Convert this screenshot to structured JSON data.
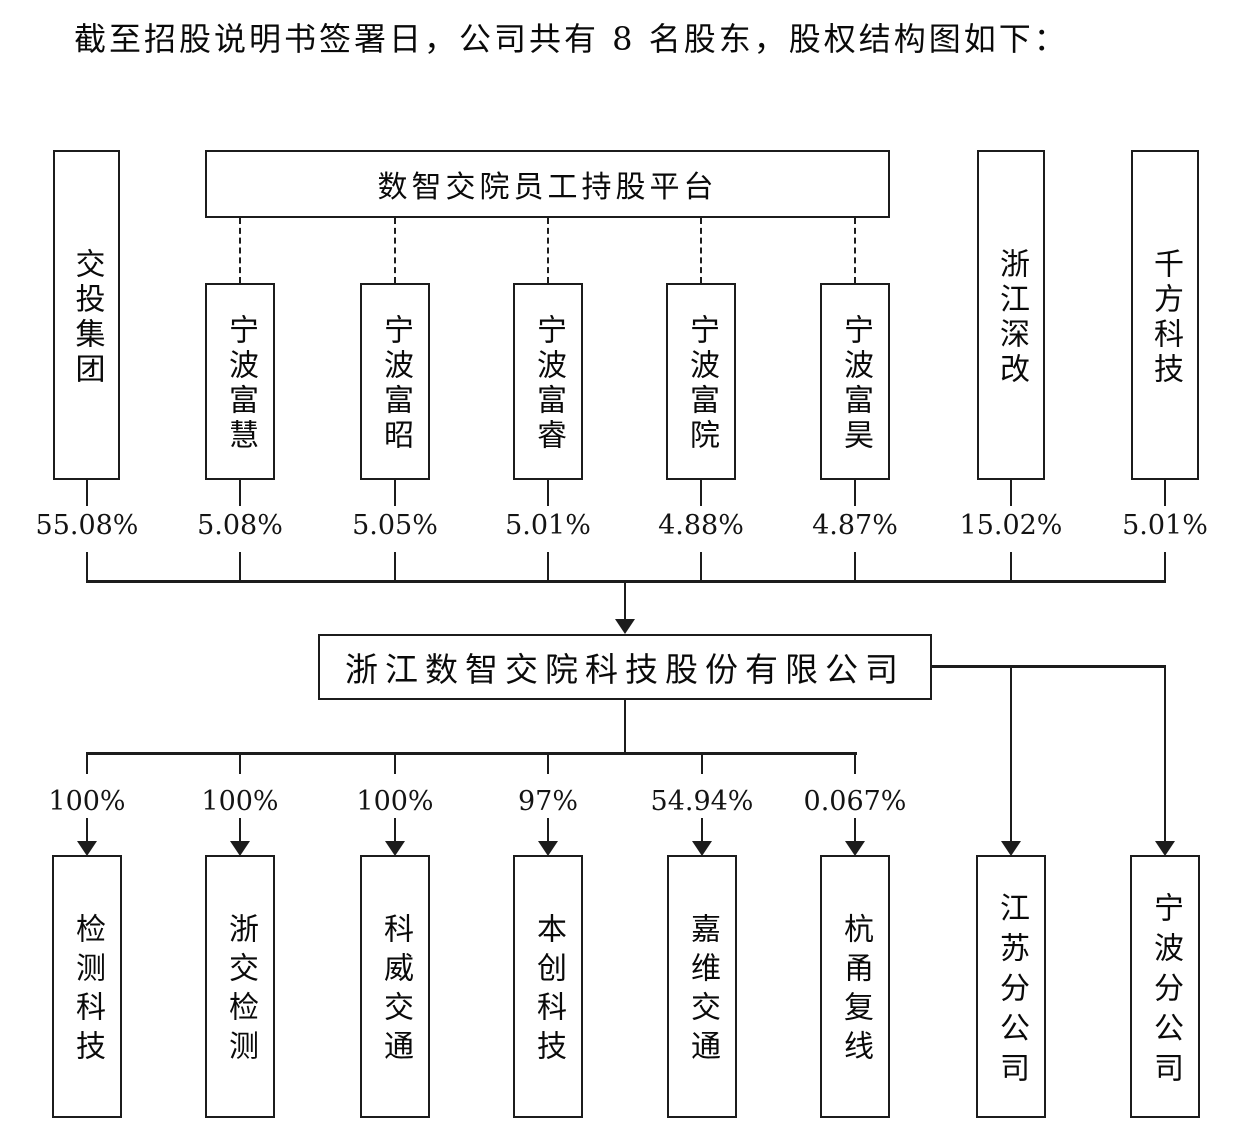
{
  "title": "截至招股说明书签署日，公司共有 8 名股东，股权结构图如下：",
  "platform": {
    "label": "数智交院员工持股平台"
  },
  "shareholders": [
    {
      "name": "交投集团",
      "pct": "55.08%"
    },
    {
      "name": "宁波富慧",
      "pct": "5.08%",
      "via_platform": true
    },
    {
      "name": "宁波富昭",
      "pct": "5.05%",
      "via_platform": true
    },
    {
      "name": "宁波富睿",
      "pct": "5.01%",
      "via_platform": true
    },
    {
      "name": "宁波富院",
      "pct": "4.88%",
      "via_platform": true
    },
    {
      "name": "宁波富昊",
      "pct": "4.87%",
      "via_platform": true
    },
    {
      "name": "浙江深改",
      "pct": "15.02%"
    },
    {
      "name": "千方科技",
      "pct": "5.01%"
    }
  ],
  "company": {
    "name": "浙江数智交院科技股份有限公司"
  },
  "subsidiaries": [
    {
      "name": "检测科技",
      "pct": "100%"
    },
    {
      "name": "浙交检测",
      "pct": "100%"
    },
    {
      "name": "科威交通",
      "pct": "100%"
    },
    {
      "name": "本创科技",
      "pct": "97%"
    },
    {
      "name": "嘉维交通",
      "pct": "54.94%"
    },
    {
      "name": "杭甬复线",
      "pct": "0.067%"
    }
  ],
  "branches": [
    {
      "name": "江苏分公司"
    },
    {
      "name": "宁波分公司"
    }
  ],
  "colors": {
    "line": "#1c1c1c",
    "text": "#0a0a0a",
    "background": "#ffffff"
  }
}
